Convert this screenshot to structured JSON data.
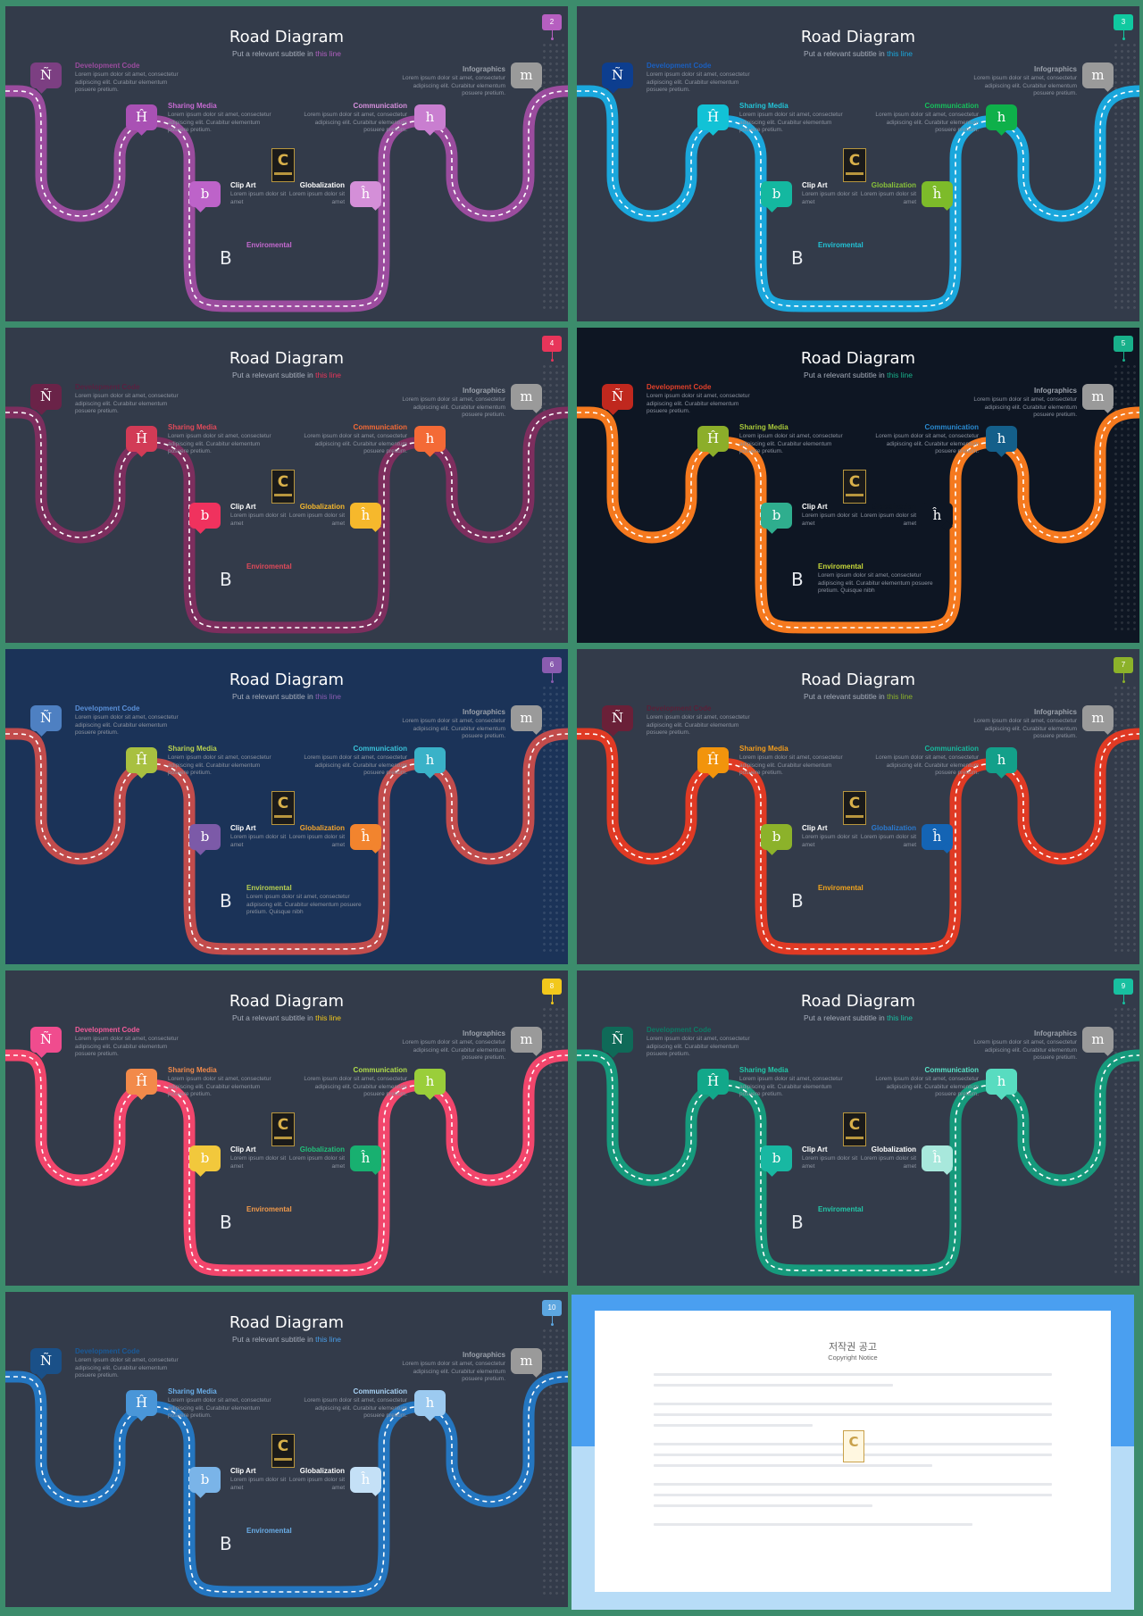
{
  "slide_title": "Road Diagram",
  "subtitle_prefix": "Put a relevant subtitle in ",
  "subtitle_highlight": "this line",
  "body_text": "Lorem ipsum dolor sit amet, consectetur adipiscing elit. Curabitur elementum posuere pretium.",
  "short_body_text": "Lorem ipsum dolor sit amet",
  "env_body_text": "Lorem ipsum dolor sit amet, consectetur adipiscing elit. Curabitur elementum posuere pretium. Quisque nibh",
  "labels": {
    "dev": "Development Code",
    "share": "Sharing Media",
    "clip": "Clip Art",
    "glob": "Globalization",
    "comm": "Communication",
    "info": "Infographics",
    "env": "Enviromental"
  },
  "icons": {
    "dev": "Ñ",
    "share": "Ĥ",
    "clip": "b",
    "glob": "ĥ",
    "comm": "h",
    "info": "m",
    "env": "B"
  },
  "logo_letter": "C",
  "slides": [
    {
      "page": "2",
      "bg": "#333b4a",
      "road": "#9b4c9e",
      "pg": "#b65fc0",
      "hl": "#b05fbf",
      "b_dev": "#7c3f82",
      "b_share": "#a951b4",
      "b_clip": "#bd63c9",
      "b_glob": "#d48fd8",
      "b_comm": "#c97ed0",
      "b_info": "#9a9a9a",
      "t_dev": "#9b4c9e",
      "t_share": "#c56ad0",
      "t_clip": "#ffffff",
      "t_glob": "#ffffff",
      "t_comm": "#d58fdc",
      "t_info": "#9aa0aa",
      "t_env": "#c56ad0",
      "env_body": false
    },
    {
      "page": "3",
      "bg": "#333b4a",
      "road": "#1aa7dc",
      "pg": "#10c9a0",
      "hl": "#1aa7dc",
      "b_dev": "#0d3e8f",
      "b_share": "#12c2d6",
      "b_clip": "#14b8a0",
      "b_glob": "#7dbb2a",
      "b_comm": "#0eb04a",
      "b_info": "#9a9a9a",
      "t_dev": "#1a5fc0",
      "t_share": "#22c3d6",
      "t_clip": "#ffffff",
      "t_glob": "#89c23a",
      "t_comm": "#16c05c",
      "t_info": "#9aa0aa",
      "t_env": "#22c3d6",
      "env_body": false
    },
    {
      "page": "4",
      "bg": "#333b4a",
      "road": "#7d2e5e",
      "pg": "#e8355a",
      "hl": "#e8355a",
      "b_dev": "#6a2348",
      "b_share": "#d23b56",
      "b_clip": "#f0325e",
      "b_glob": "#f6b82c",
      "b_comm": "#f46a36",
      "b_info": "#9a9a9a",
      "t_dev": "#5a2040",
      "t_share": "#e04a5a",
      "t_clip": "#ffffff",
      "t_glob": "#f6b82c",
      "t_comm": "#f46a36",
      "t_info": "#9aa0aa",
      "t_env": "#e04a5a",
      "env_body": false
    },
    {
      "page": "5",
      "bg": "#0e1623",
      "road": "#f5791e",
      "pg": "#18b08a",
      "hl": "#18b08a",
      "b_dev": "#c0281e",
      "b_share": "#8cae2a",
      "b_clip": "#2fae8e",
      "b_glob": "#0e1623",
      "b_comm": "#145f8a",
      "b_info": "#9a9a9a",
      "t_dev": "#e0402a",
      "t_share": "#a8c83a",
      "t_clip": "#ffffff",
      "t_glob": "#0e1623",
      "t_comm": "#2a8ad0",
      "t_info": "#9aa0aa",
      "t_env": "#c8d83a",
      "env_body": true
    },
    {
      "page": "6",
      "bg": "#1b3358",
      "road": "#c24c4c",
      "pg": "#8a5cb0",
      "hl": "#8a5cb0",
      "b_dev": "#4e80c2",
      "b_share": "#a8c040",
      "b_clip": "#7c5aa8",
      "b_glob": "#f2842e",
      "b_comm": "#3ab2c8",
      "b_info": "#9a9a9a",
      "t_dev": "#5a90d8",
      "t_share": "#b8d050",
      "t_clip": "#ffffff",
      "t_glob": "#f2a42e",
      "t_comm": "#3ac2d8",
      "t_info": "#9aa0aa",
      "t_env": "#b8d050",
      "env_body": true
    },
    {
      "page": "7",
      "bg": "#333b4a",
      "road": "#e03a24",
      "pg": "#8cb22a",
      "hl": "#8cb22a",
      "b_dev": "#6a2038",
      "b_share": "#f2940c",
      "b_clip": "#8cb22a",
      "b_glob": "#1464b4",
      "b_comm": "#13a08a",
      "b_info": "#9a9a9a",
      "t_dev": "#5a2038",
      "t_share": "#f29c1c",
      "t_clip": "#ffffff",
      "t_glob": "#2a7ad0",
      "t_comm": "#18b89c",
      "t_info": "#9aa0aa",
      "t_env": "#f2a41c",
      "env_body": false
    },
    {
      "page": "8",
      "bg": "#333b4a",
      "road": "#f2466c",
      "pg": "#f2c81c",
      "hl": "#f2c81c",
      "b_dev": "#f04c8e",
      "b_share": "#f28a4a",
      "b_clip": "#f2c83c",
      "b_glob": "#18b070",
      "b_comm": "#9ace3a",
      "b_info": "#9a9a9a",
      "t_dev": "#f25c9a",
      "t_share": "#f28a4a",
      "t_clip": "#ffffff",
      "t_glob": "#22c07a",
      "t_comm": "#b0dc4a",
      "t_info": "#9aa0aa",
      "t_env": "#f29a4a",
      "env_body": false
    },
    {
      "page": "9",
      "bg": "#333b4a",
      "road": "#169a7c",
      "pg": "#18c0a0",
      "hl": "#18c0a0",
      "b_dev": "#0f6a58",
      "b_share": "#12a88a",
      "b_clip": "#18b8a2",
      "b_glob": "#a8e8dc",
      "b_comm": "#58dcc0",
      "b_info": "#9a9a9a",
      "t_dev": "#0e7a64",
      "t_share": "#22c8a8",
      "t_clip": "#ffffff",
      "t_glob": "#ffffff",
      "t_comm": "#58e0c4",
      "t_info": "#9aa0aa",
      "t_env": "#22c8a8",
      "env_body": false
    },
    {
      "page": "10",
      "bg": "#333b4a",
      "road": "#2476c0",
      "pg": "#5ca6e0",
      "hl": "#4a9ee8",
      "b_dev": "#1a5088",
      "b_share": "#4a96d8",
      "b_clip": "#7ab4e8",
      "b_glob": "#c4e0f6",
      "b_comm": "#9ccaf0",
      "b_info": "#9a9a9a",
      "t_dev": "#1a5a98",
      "t_share": "#6aaee8",
      "t_clip": "#ffffff",
      "t_glob": "#ffffff",
      "t_comm": "#a8d2f4",
      "t_info": "#9aa0aa",
      "t_env": "#6aaee8",
      "env_body": false
    }
  ],
  "notice": {
    "title": "저작권 공고",
    "subtitle": "Copyright Notice"
  }
}
